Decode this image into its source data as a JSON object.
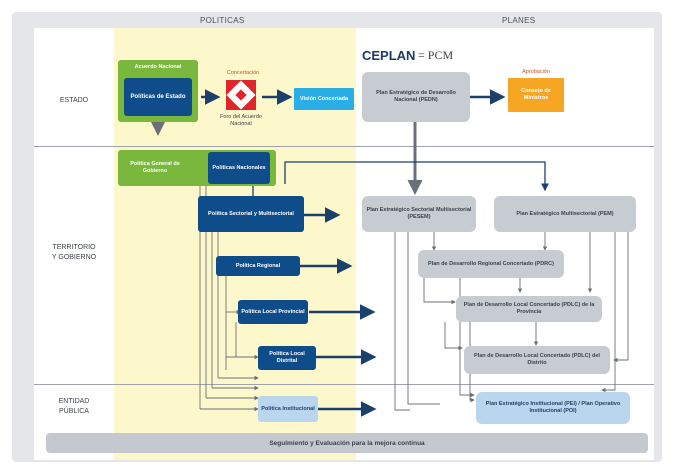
{
  "columns": {
    "left": "POLITICAS",
    "right": "PLANES"
  },
  "rows": {
    "estado": "ESTADO",
    "territorio": "TERRITORIO\nY GOBIERNO",
    "entidad": "ENTIDAD\nPÚBLICA"
  },
  "logo": {
    "text": "CEPLAN",
    "pcm": "= PCM"
  },
  "nodes": {
    "acuerdo": "Acuerdo Nacional",
    "politicas_estado": "Políticas de Estado",
    "concertacion_label": "Concertación",
    "foro_label": "Foro del Acuerdo Nacional",
    "visión": "Visión Concertada",
    "pedn": "Plan Estratégico de Desarrollo Nacional (PEDN)",
    "aprobacion_label": "Aprobación",
    "consejo": "Consejo de Ministros",
    "politica_general": "Política General de Gobierno",
    "politicas_nacionales": "Políticas Nacionales",
    "politica_sectorial": "Política Sectorial y Multisectorial",
    "politica_regional": "Política Regional",
    "politica_local_prov": "Política Local Provincial",
    "politica_local_dist": "Política Local Distrital",
    "politica_institucional": "Política Institucional",
    "pesem": "Plan Estratégico Sectorial Multisectorial (PESEM)",
    "pem": "Plan Estratégico Multisectorial (PEM)",
    "pdrc": "Plan de Desarrollo Regional Concertado (PDRC)",
    "pdlc_prov": "Plan de Desarrollo Local Concertado (PDLC) de la Provincia",
    "pdlc_dist": "Plan de Desarrollo Local Concertado (PDLC) del Distrito",
    "pei": "Plan Estratégico Institucional (PEI) / Plan Operativo Institucional (POI)"
  },
  "footer": "Seguimiento y Evaluación para la mejora continua",
  "colors": {
    "navy": "#0f4c8a",
    "green": "#79b83c",
    "cyan": "#29aee6",
    "orange": "#f6a623",
    "grey": "#c7ccd3",
    "yellow": "#fdf8cc",
    "red": "#e0252b"
  }
}
